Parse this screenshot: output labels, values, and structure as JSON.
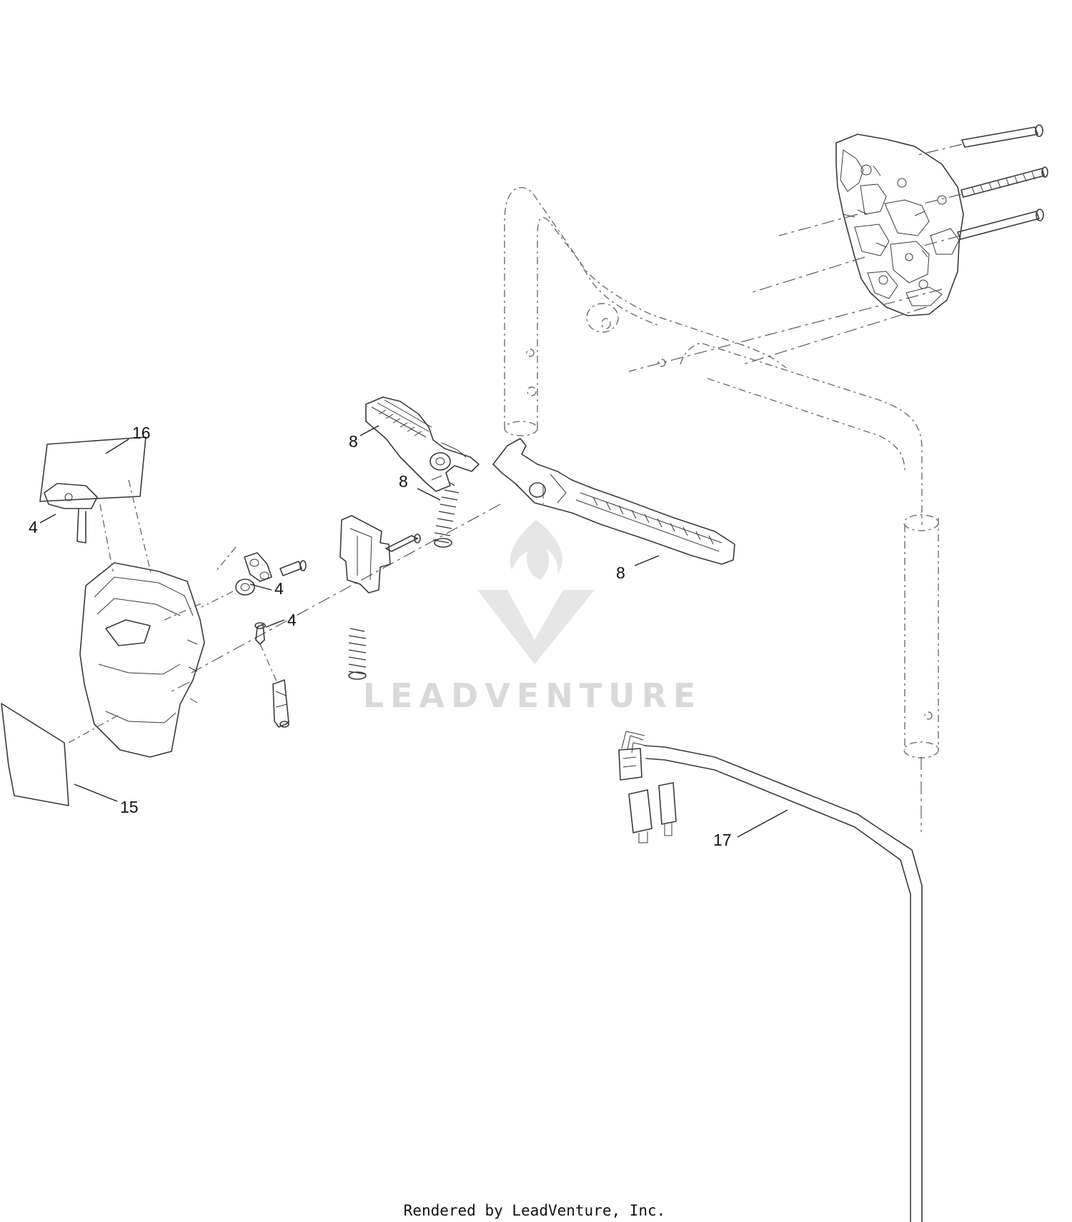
{
  "callouts": {
    "label_16": "16",
    "label_4_knob": "4",
    "label_15": "15",
    "label_4_washer": "4",
    "label_4_screw": "4",
    "label_8_lever": "8",
    "label_8_spring": "8",
    "label_8_bail": "8",
    "label_17": "17"
  },
  "watermark": {
    "text": "LEADVENTURE"
  },
  "footer": {
    "credit": "Rendered by LeadVenture, Inc."
  }
}
